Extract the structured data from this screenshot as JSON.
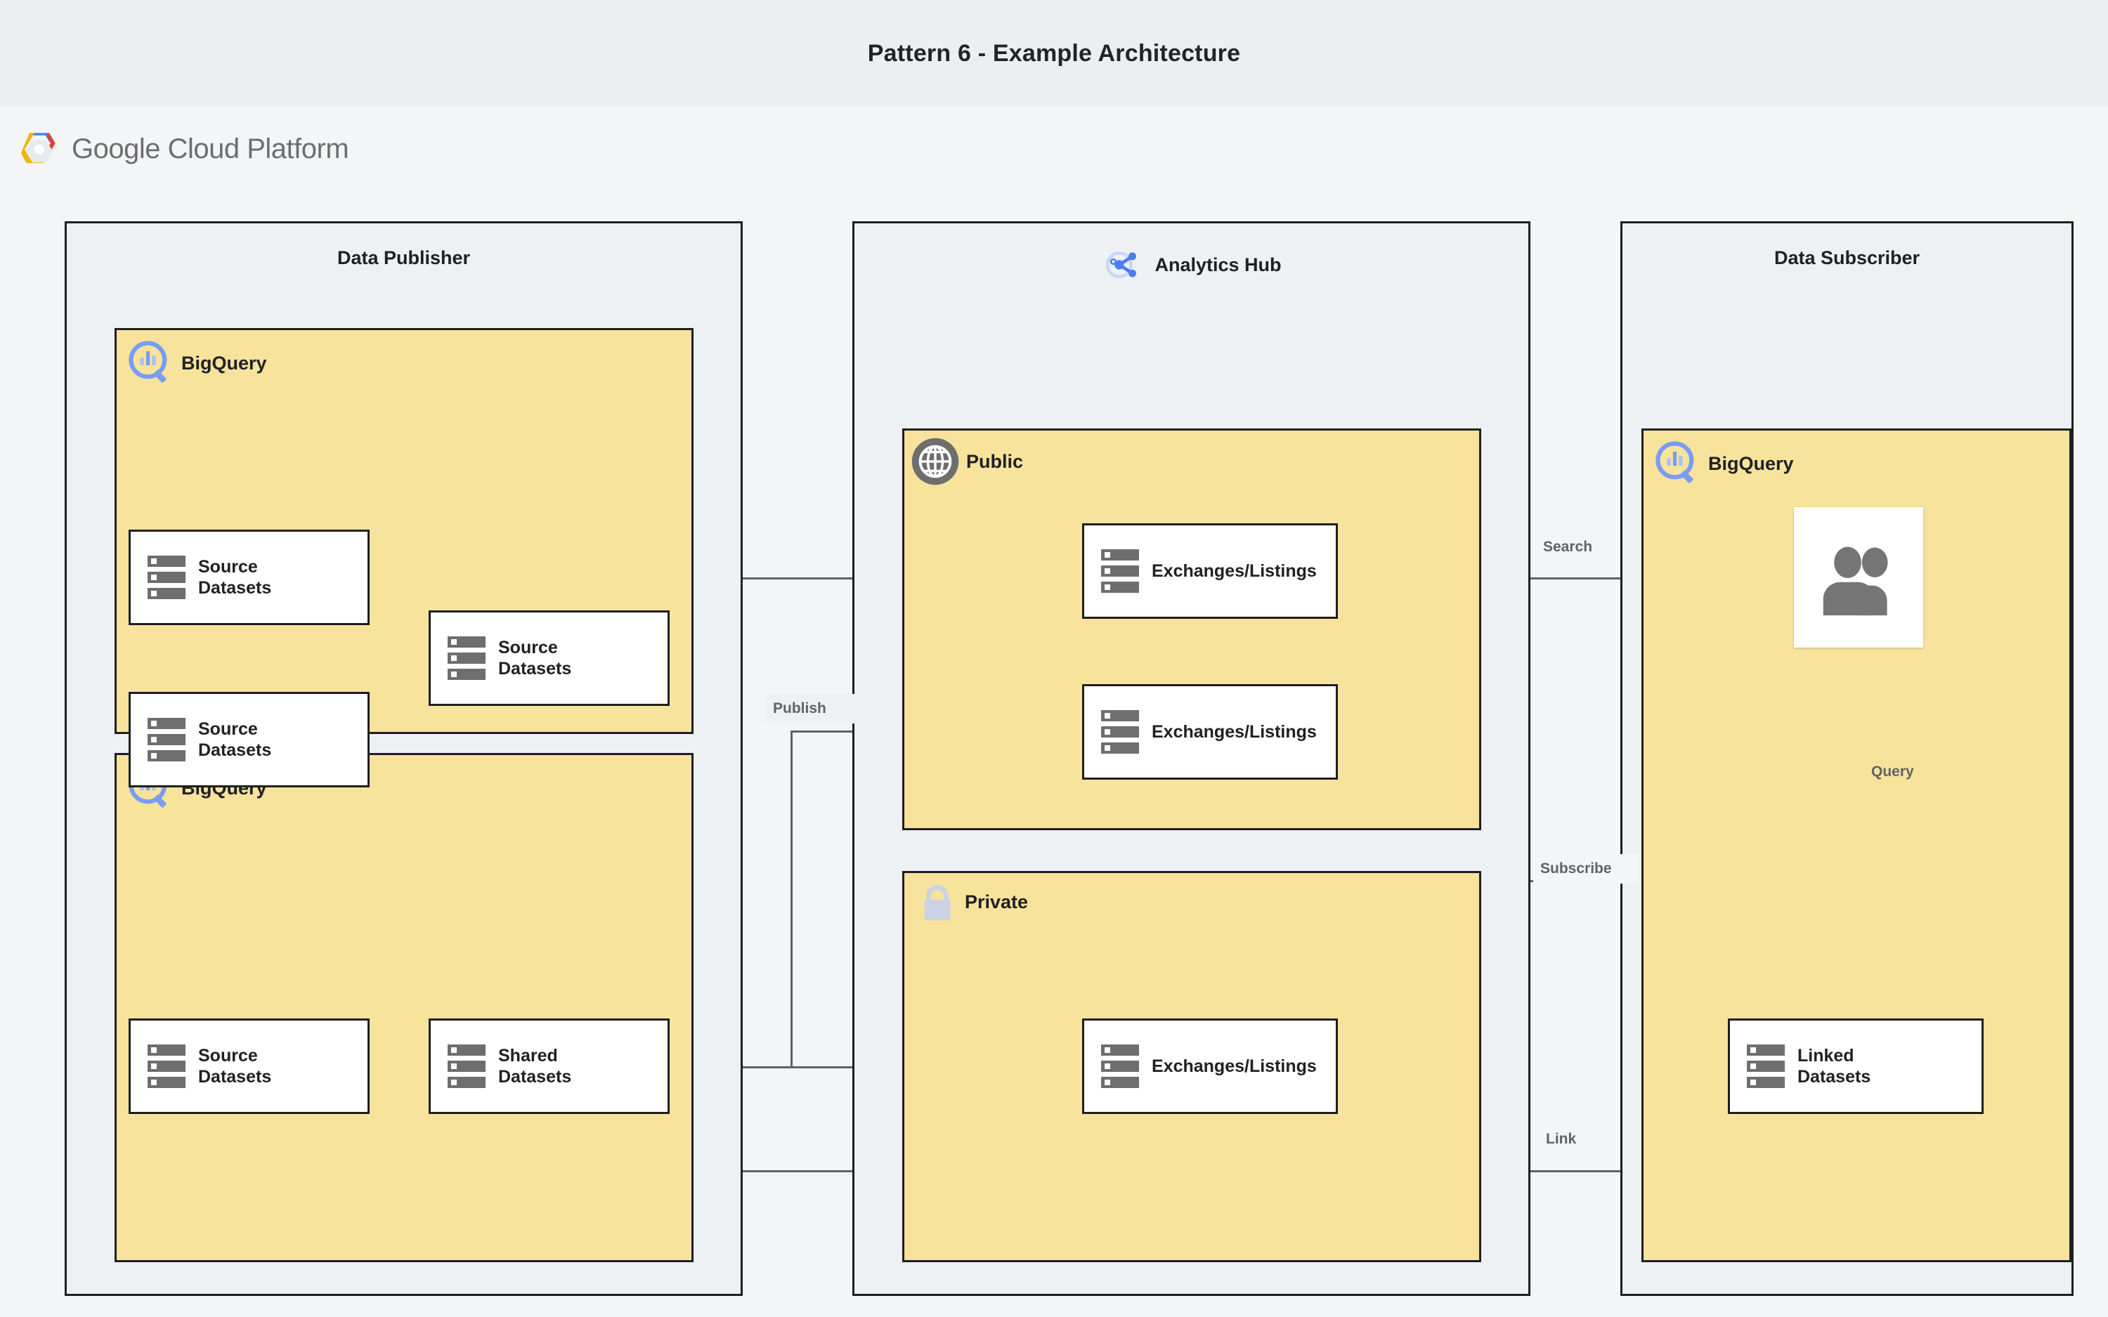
{
  "page": {
    "title": "Pattern 6 - Example Architecture",
    "platform_logo_text": "Google Cloud Platform",
    "platform_logo_word_1": "Google",
    "platform_logo_word_2": "Cloud Platform"
  },
  "colors": {
    "banner_bg": "#eceff1",
    "canvas_bg": "#f4f5f7",
    "group_bg": "#eef1f4",
    "zone_fill": "#f7e39b",
    "node_fill": "#ffffff",
    "stroke": "#1f1f1f",
    "connector": "#5f6368",
    "icon_gray": "#6e6e6e",
    "bigquery_blue": "#7a9cf5",
    "analytics_hub_blue": "#4d7df0",
    "lock_gray": "#ccd2e3",
    "globe_gray": "#6e6e6e"
  },
  "groups": [
    {
      "id": "publisher",
      "title": "Data Publisher",
      "icon": null
    },
    {
      "id": "hub",
      "title": "Analytics Hub",
      "icon": "analytics-hub-share-icon"
    },
    {
      "id": "subscriber",
      "title": "Data Subscriber",
      "icon": null
    }
  ],
  "zones": [
    {
      "id": "pub-bq-top",
      "label": "BigQuery",
      "icon": "bigquery-icon"
    },
    {
      "id": "pub-bq-bottom",
      "label": "BigQuery",
      "icon": "bigquery-icon"
    },
    {
      "id": "hub-public",
      "label": "Public",
      "icon": "globe-icon"
    },
    {
      "id": "hub-private",
      "label": "Private",
      "icon": "lock-icon"
    },
    {
      "id": "sub-bq",
      "label": "BigQuery",
      "icon": "bigquery-icon"
    }
  ],
  "nodes": [
    {
      "id": "pub-src-1",
      "label": "Source Datasets",
      "icon": "datasets-icon"
    },
    {
      "id": "pub-src-2",
      "label": "Source Datasets",
      "icon": "datasets-icon"
    },
    {
      "id": "pub-src-3",
      "label": "Source Datasets",
      "icon": "datasets-icon"
    },
    {
      "id": "pub-src-4",
      "label": "Source Datasets",
      "icon": "datasets-icon"
    },
    {
      "id": "pub-shared",
      "label": "Shared Datasets",
      "icon": "datasets-icon"
    },
    {
      "id": "pub-ex-1",
      "label": "Exchanges/Listings",
      "icon": "datasets-icon"
    },
    {
      "id": "pub-ex-2",
      "label": "Exchanges/Listings",
      "icon": "datasets-icon"
    },
    {
      "id": "priv-ex-1",
      "label": "Exchanges/Listings",
      "icon": "datasets-icon"
    },
    {
      "id": "sub-linked",
      "label": "Linked Datasets",
      "icon": "datasets-icon"
    },
    {
      "id": "sub-users",
      "label": "",
      "icon": "users-icon"
    }
  ],
  "node_labels": {
    "source_datasets": "Source Datasets",
    "shared_datasets": "Shared Datasets",
    "exchanges_listings": "Exchanges/Listings",
    "linked_datasets": "Linked Datasets"
  },
  "edges": [
    {
      "id": "publish",
      "label": "Publish",
      "from": "Data Publisher",
      "to": "Analytics Hub"
    },
    {
      "id": "search",
      "label": "Search",
      "from": "Data Subscriber",
      "to": "Public Exchanges/Listings"
    },
    {
      "id": "subscribe",
      "label": "Subscribe",
      "from": "Data Subscriber",
      "to": "Private Exchanges/Listings"
    },
    {
      "id": "query",
      "label": "Query",
      "from": "Users",
      "to": "Linked Datasets"
    },
    {
      "id": "link",
      "label": "Link",
      "from": "Shared Datasets",
      "to": "Linked Datasets"
    }
  ]
}
